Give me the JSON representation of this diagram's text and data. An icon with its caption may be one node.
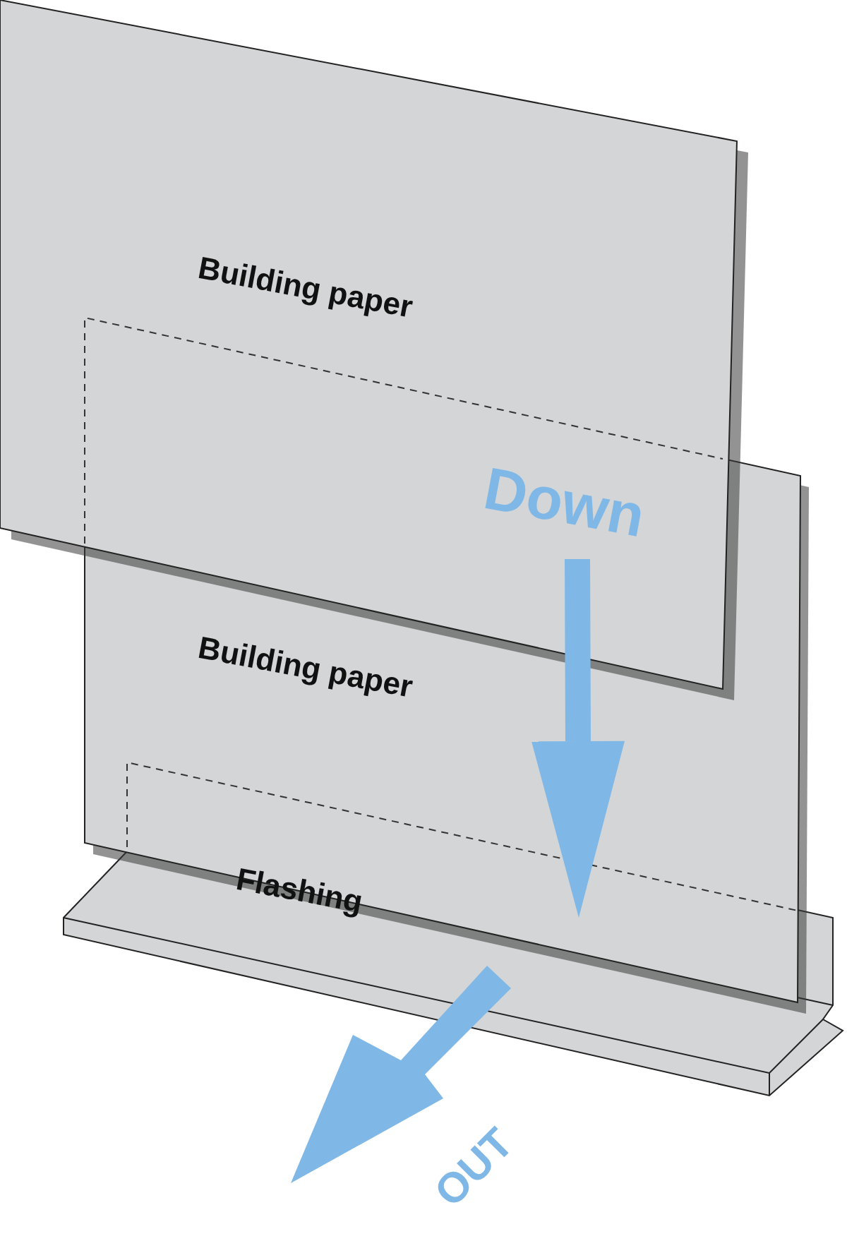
{
  "diagram": {
    "nodes": [
      {
        "text": [
          "Building paper"
        ]
      },
      {
        "text": [
          "Building paper"
        ]
      },
      {
        "text": [
          "Flashing"
        ]
      }
    ],
    "edges": [
      {
        "from": 0,
        "to": 1,
        "arrow": "to",
        "label": "Down"
      }
    ],
    "labels": [
      "OUT"
    ]
  }
}
